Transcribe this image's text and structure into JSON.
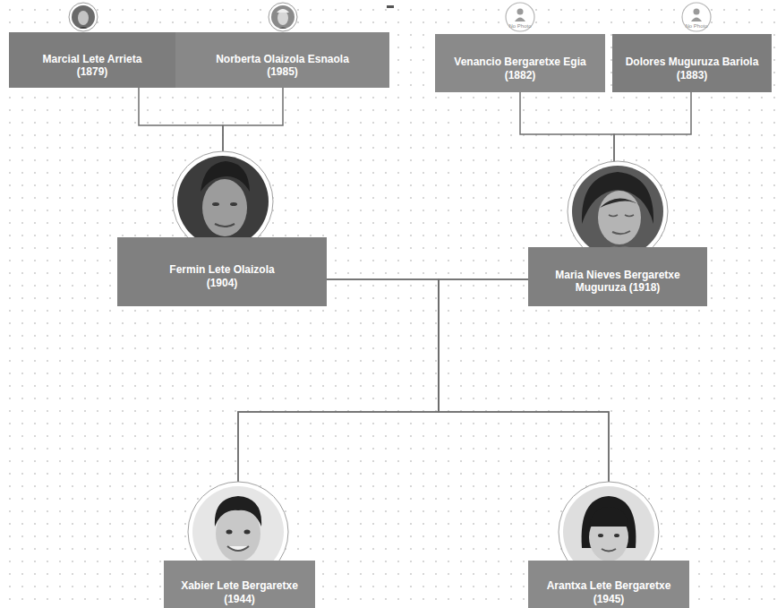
{
  "diagram": {
    "nodes": [
      {
        "text": [
          "Marcial Lete Arrieta",
          "(1879)"
        ]
      },
      {
        "text": [
          "Norberta Olaizola Esnaola",
          "(1985)"
        ]
      },
      {
        "text": [
          "Venancio Bergaretxe Egia",
          "(1882)"
        ]
      },
      {
        "text": [
          "Dolores Muguruza Bariola",
          "(1883)"
        ]
      },
      {
        "text": [
          "Fermin Lete Olaizola",
          "(1904)"
        ]
      },
      {
        "text": [
          "Maria Nieves Bergaretxe Muguruza (1918)"
        ]
      },
      {
        "text": [
          "Xabier Lete Bergaretxe",
          "(1944)"
        ]
      },
      {
        "text": [
          "Arantxa Lete Bergaretxe",
          "(1945)"
        ]
      }
    ],
    "edges": [
      {
        "from": 0,
        "to": 4,
        "arrow": "none"
      },
      {
        "from": 1,
        "to": 4,
        "arrow": "none"
      },
      {
        "from": 2,
        "to": 5,
        "arrow": "none"
      },
      {
        "from": 3,
        "to": 5,
        "arrow": "none"
      },
      {
        "from": 4,
        "to": 6,
        "arrow": "none"
      },
      {
        "from": 4,
        "to": 7,
        "arrow": "none"
      },
      {
        "from": 5,
        "to": 6,
        "arrow": "none"
      },
      {
        "from": 5,
        "to": 7,
        "arrow": "none"
      }
    ],
    "labels": [
      "No Photo",
      "No Photo"
    ]
  }
}
